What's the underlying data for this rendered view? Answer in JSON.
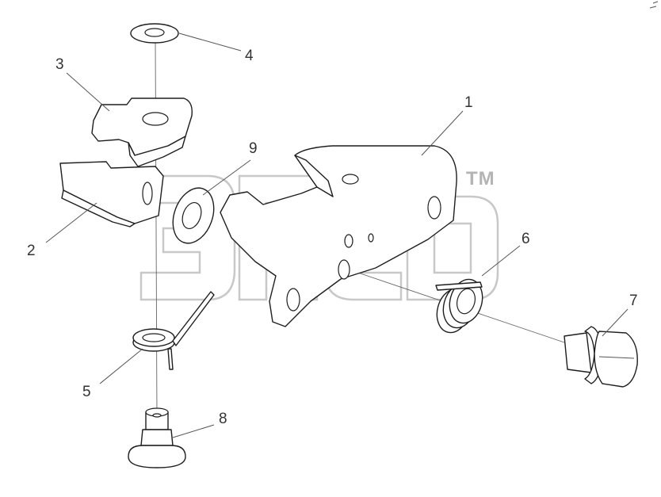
{
  "watermark": {
    "mark": "TM",
    "color": "#c8c8c8"
  },
  "callouts": [
    {
      "id": "1",
      "label": "1"
    },
    {
      "id": "2",
      "label": "2"
    },
    {
      "id": "3",
      "label": "3"
    },
    {
      "id": "4",
      "label": "4"
    },
    {
      "id": "5",
      "label": "5"
    },
    {
      "id": "6",
      "label": "6"
    },
    {
      "id": "7",
      "label": "7"
    },
    {
      "id": "8",
      "label": "8"
    },
    {
      "id": "9",
      "label": "9"
    }
  ],
  "colors": {
    "line": "#1e1e1e",
    "leader": "#555555",
    "background": "#ffffff",
    "watermark": "#c8c8c8"
  }
}
